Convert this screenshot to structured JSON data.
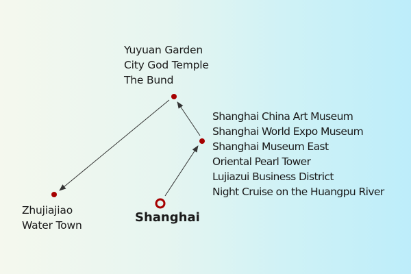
{
  "diagram": {
    "title": "Shanghai itinerary route",
    "colors": {
      "stop_dot": "#a60000",
      "origin_ring": "#a60000",
      "route_line": "#333333",
      "background_start": "#f5f8ee",
      "background_end": "#bdedfa"
    },
    "origin": {
      "name": "Shanghai"
    },
    "stops": [
      {
        "id": "museum-cluster",
        "lines": [
          "Shanghai China Art Museum",
          "Shanghai World Expo Museum",
          "Shanghai Museum East",
          "Oriental Pearl Tower",
          "Lujiazui Business District",
          "Night Cruise on the Huangpu River"
        ]
      },
      {
        "id": "yuyuan-cluster",
        "lines": [
          "Yuyuan Garden",
          "City God Temple",
          "The Bund"
        ]
      },
      {
        "id": "zhujiajiao",
        "lines": [
          "Zhujiajiao",
          "Water Town"
        ]
      }
    ],
    "route_order": [
      "Shanghai",
      "museum-cluster",
      "yuyuan-cluster",
      "zhujiajiao"
    ]
  }
}
